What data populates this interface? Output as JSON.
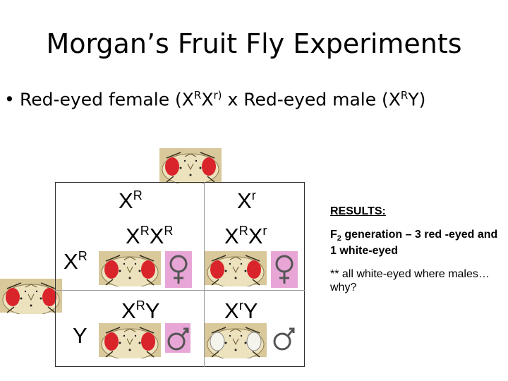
{
  "title": "Morgan’s Fruit Fly Experiments",
  "bullet": {
    "text_a": "Red-eyed female (X",
    "sup_a": "R",
    "text_b": "X",
    "sup_b": "r)",
    "text_c": " x Red-eyed male (X",
    "sup_c": "R",
    "text_d": "Y)"
  },
  "punnett": {
    "col1": {
      "base": "X",
      "sup": "R"
    },
    "col2": {
      "base": "X",
      "sup": "r"
    },
    "row1": {
      "base": "X",
      "sup": "R"
    },
    "row2": {
      "base": "Y"
    },
    "cell11": {
      "a": "X",
      "as": "R",
      "b": "X",
      "bs": "R"
    },
    "cell12": {
      "a": "X",
      "as": "R",
      "b": "X",
      "bs": "r"
    },
    "cell21": {
      "a": "X",
      "as": "R",
      "b": "Y"
    },
    "cell22": {
      "a": "X",
      "as": "r",
      "b": "Y"
    }
  },
  "results": {
    "heading": "RESULTS:",
    "f2_prefix": "F",
    "f2_sub": "2",
    "f2_text": " generation –      3 red -eyed and 1 white-eyed",
    "note": "** all white-eyed where males…why?"
  },
  "colors": {
    "red_eye": "#d9242b",
    "white_eye": "#f4f4ec",
    "fly_body": "#e8dcb0",
    "fly_bg": "#d8c89a",
    "symbol_bg": "#e7a6d6"
  },
  "icons": [
    "fly-head-red-eyed-icon",
    "fly-head-white-eyed-icon",
    "female-symbol-icon",
    "male-symbol-icon"
  ]
}
